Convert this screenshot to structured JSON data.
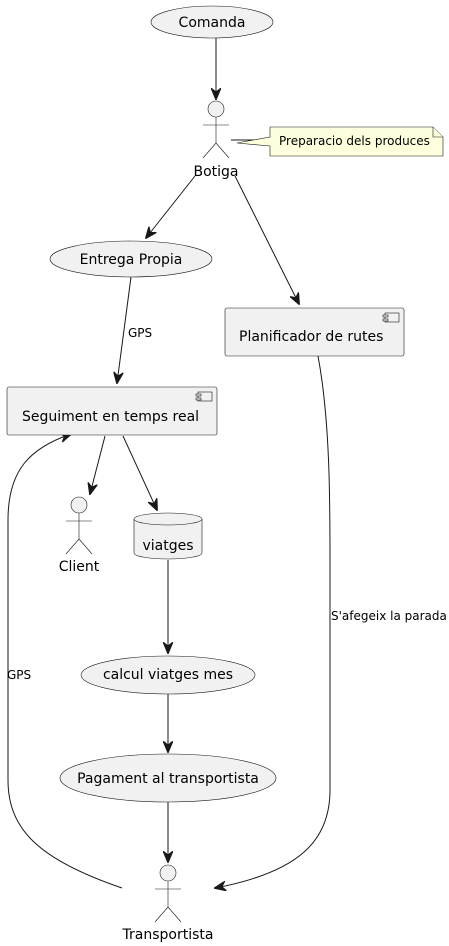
{
  "diagram": {
    "nodes": {
      "comanda": "Comanda",
      "botiga": "Botiga",
      "entrega_propia": "Entrega Propia",
      "planificador": "Planificador de rutes",
      "seguiment": "Seguiment en temps real",
      "client": "Client",
      "viatges": "viatges",
      "calcul": "calcul viatges mes",
      "pagament": "Pagament al transportista",
      "transportista": "Transportista"
    },
    "note": "Preparacio dels produces",
    "edges": {
      "entrega_to_seguiment": "GPS",
      "planificador_to_transportista": "S'afegeix la parada",
      "transportista_to_seguiment": "GPS"
    },
    "colors": {
      "node_fill": "#F1F1F1",
      "stroke": "#181818",
      "note_fill": "#FEFFDD"
    }
  }
}
